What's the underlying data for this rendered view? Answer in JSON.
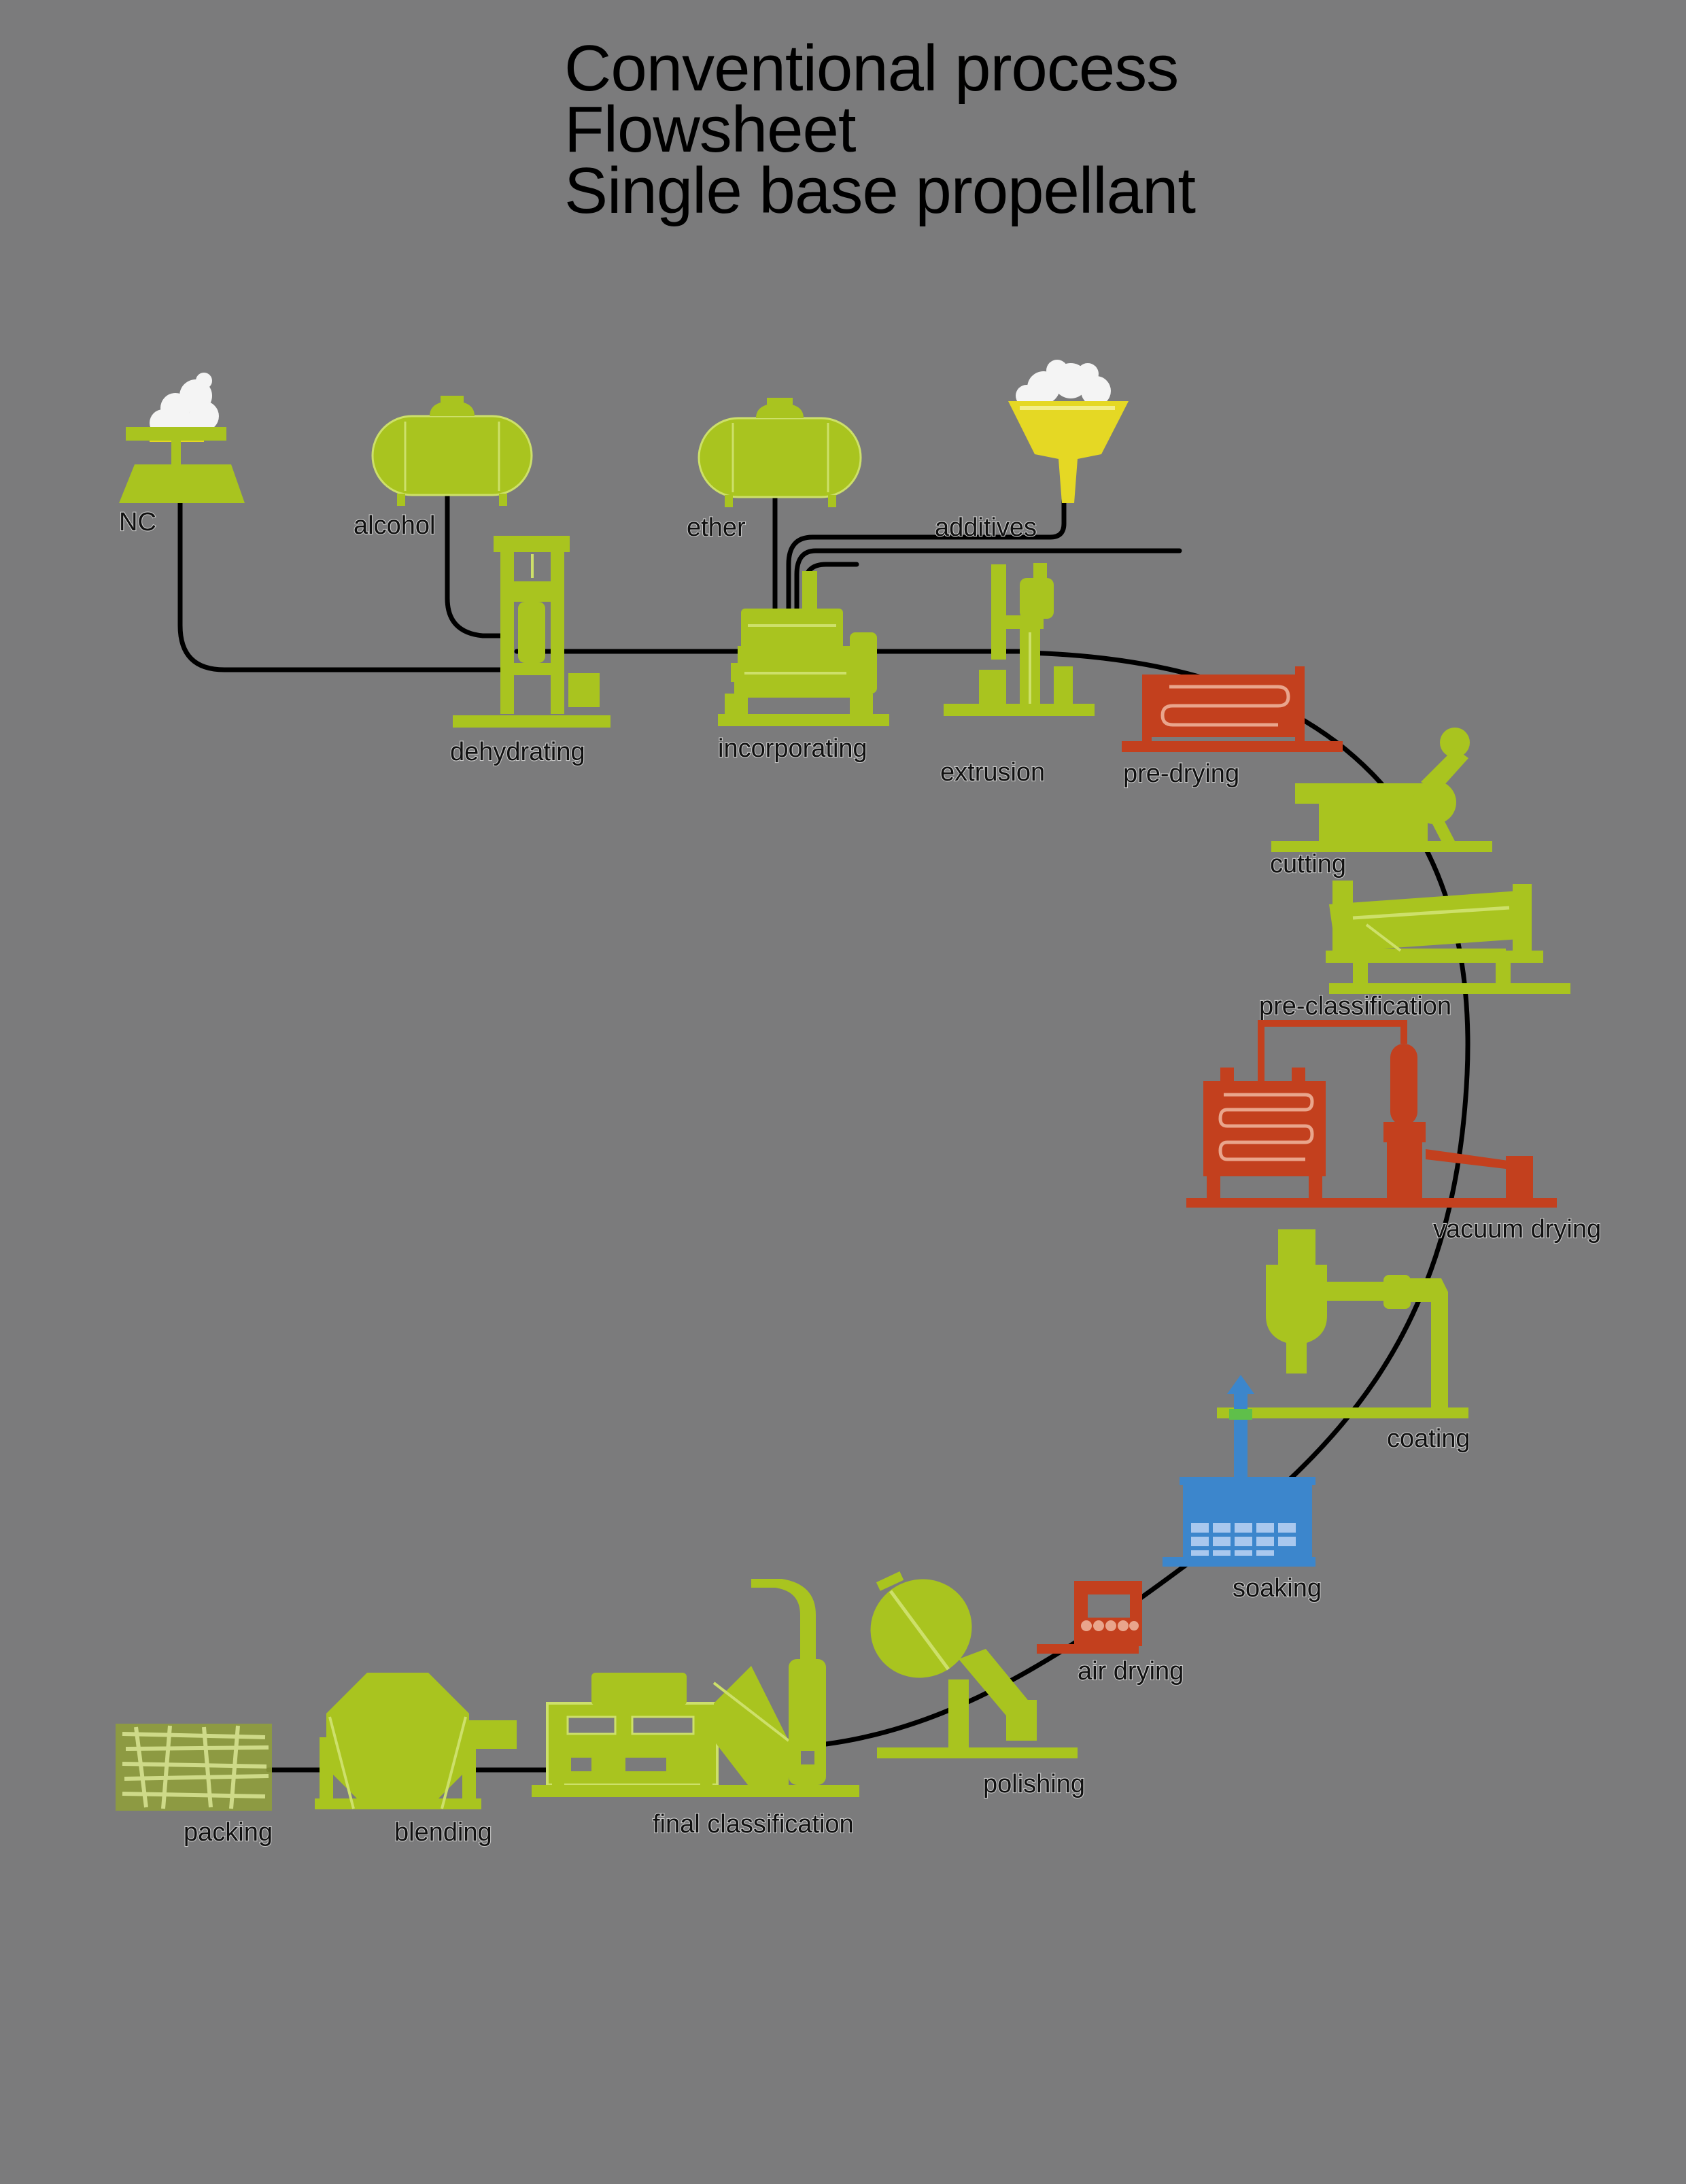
{
  "title": {
    "line1": "Conventional process",
    "line2": "Flowsheet",
    "line3": "Single base propellant"
  },
  "colors": {
    "background": "#7b7b7c",
    "equipment_green": "#a9c41f",
    "drying_red": "#c3401e",
    "soaking_blue": "#3c86cc",
    "additive_yellow": "#e5d824",
    "flow_line": "#000000"
  },
  "stations": {
    "nc": "NC",
    "alcohol": "alcohol",
    "ether": "ether",
    "additives": "additives",
    "dehydrating": "dehydrating",
    "incorporating": "incorporating",
    "extrusion": "extrusion",
    "pre_drying": "pre-drying",
    "cutting": "cutting",
    "pre_classification": "pre-classification",
    "vacuum_drying": "vacuum drying",
    "coating": "coating",
    "soaking": "soaking",
    "air_drying": "air drying",
    "polishing": "polishing",
    "final_classification": "final classification",
    "blending": "blending",
    "packing": "packing"
  }
}
